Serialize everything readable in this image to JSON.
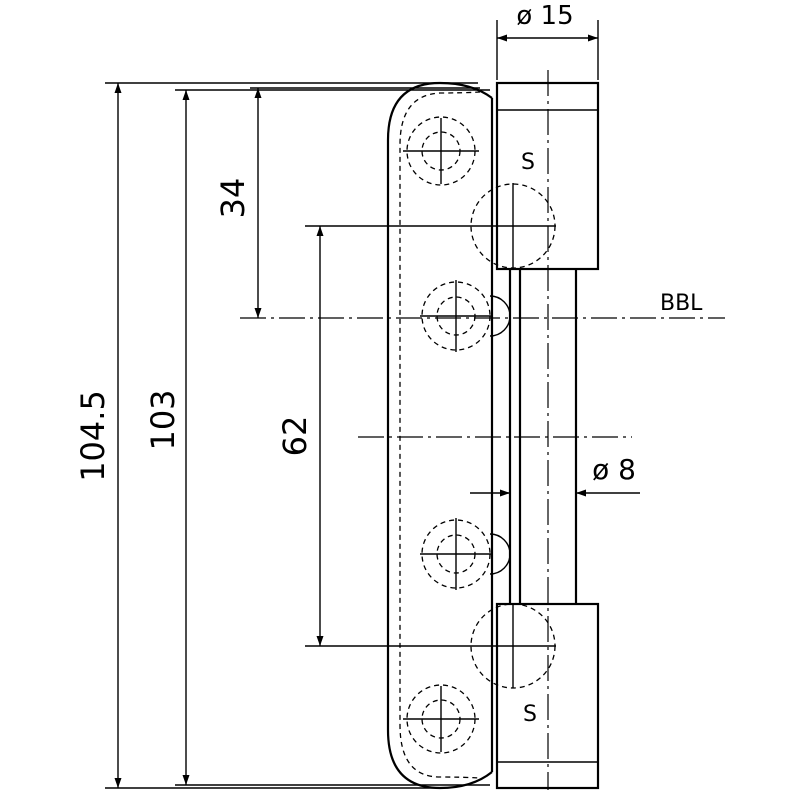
{
  "drawing": {
    "dimensions": {
      "overall_height": "104.5",
      "leaf_height": "103",
      "top_to_axis": "34",
      "hole_spacing": "62",
      "knuckle_diameter": "ø 15",
      "pin_diameter": "ø 8"
    },
    "reference_line_label": "BBL",
    "knuckle_markers": [
      "S",
      "S"
    ]
  }
}
